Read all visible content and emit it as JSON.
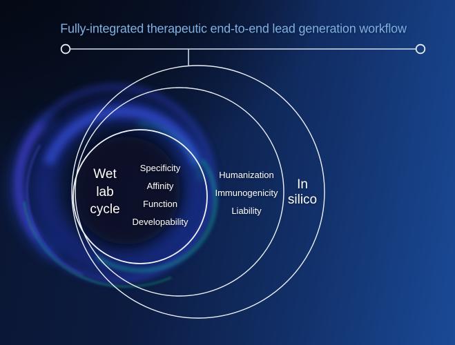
{
  "title": "Fully-integrated therapeutic end-to-end lead generation workflow",
  "venn": {
    "inner_circle": {
      "label": "Wet lab cycle",
      "items": [
        "Specificity",
        "Affinity",
        "Function",
        "Developability"
      ]
    },
    "middle_ring": {
      "items": [
        "Humanization",
        "Immunogenicity",
        "Liability"
      ]
    },
    "outer_ring": {
      "label": "In silico"
    }
  },
  "colors": {
    "title_text": "#7fb2e6",
    "label_text": "#ffffff",
    "circle_stroke": "#f2f6fb",
    "bracket_line": "#d9e2f0",
    "background_dark": "#060c1c",
    "background_light": "#1a4a96",
    "swirl_blue": "#2a44d8",
    "swirl_purple": "#5a3fe0",
    "swirl_teal": "#17b09a"
  }
}
